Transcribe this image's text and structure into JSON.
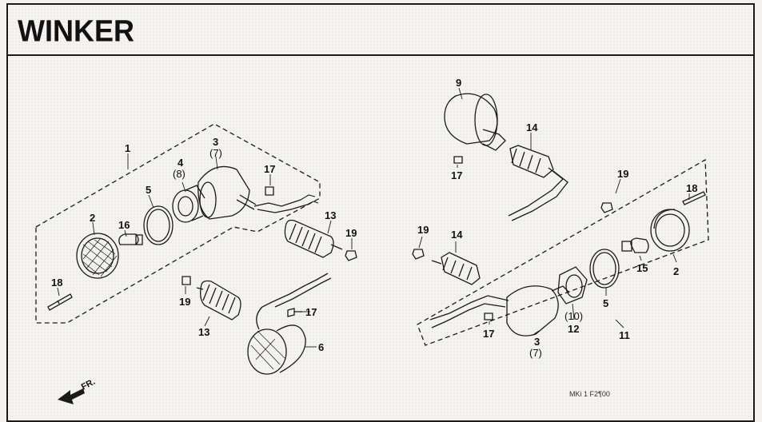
{
  "header": {
    "title": "WINKER"
  },
  "callouts": {
    "c1": "1",
    "c2a": "2",
    "c2b": "2",
    "c3a": "3",
    "c3b": "3",
    "c7a": "(7)",
    "c7b": "(7)",
    "c4": "4",
    "c8": "(8)",
    "c5a": "5",
    "c5b": "5",
    "c6": "6",
    "c9": "9",
    "c10": "(10)",
    "c11": "11",
    "c12": "12",
    "c13a": "13",
    "c13b": "13",
    "c14a": "14",
    "c14b": "14",
    "c15": "15",
    "c16": "16",
    "c17a": "17",
    "c17b": "17",
    "c17c": "17",
    "c17d": "17",
    "c18a": "18",
    "c18b": "18",
    "c19a": "19",
    "c19b": "19",
    "c19c": "19",
    "c19d": "19"
  },
  "footer": {
    "direction": "FR.",
    "diagram_code": "MKi 1 F2¶00"
  },
  "colors": {
    "ink": "#111111",
    "paper": "#f4f3ef"
  }
}
